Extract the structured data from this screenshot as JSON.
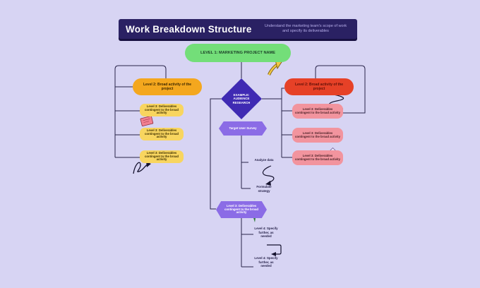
{
  "header": {
    "title": "Work Breakdown Structure",
    "subtitle": "Understand the marketing team's scope of work and specify its deliverables"
  },
  "nodes": {
    "level1": "LEVEL 1: MARKETING PROJECT NAME",
    "left_level2": "Level 2: Broad activity of the project",
    "left_level3": [
      "Level 3: Deliverables contingent to the broad activity",
      "Level 3: Deliverables contingent to the broad activity",
      "Level 3: Deliverables contingent to the broad activity"
    ],
    "right_level2": "Level 2: Broad activity of the project",
    "right_level3": [
      "Level 3: Deliverables contingent to the broad activity",
      "Level 3: Deliverables contingent to the broad activity",
      "Level 3: Deliverables contingent to the broad activity"
    ],
    "diamond": "EXAMPLE: AUDIENCE RESEARCH",
    "survey": "Target User Survey",
    "analyze": "Analyze data",
    "formulate": "Formulate strategy",
    "center_level3": "Level 3: Deliverables contingent to the broad activity",
    "level4": [
      "Level 4: Specify further, as needed",
      "Level 4: Specify further, as needed"
    ]
  },
  "icons": [
    "arrow-doodle-icon",
    "sticky-note-icon",
    "squiggle-doodle-icon",
    "spring-doodle-icon",
    "pencil-icon",
    "pushpin-icon",
    "s-curve-arrow-icon",
    "elbow-arrow-icon"
  ],
  "colors": {
    "background": "#d7d4f3",
    "header_bg": "#2a2163",
    "level1_green": "#73de79",
    "level2_orange": "#f4a71e",
    "level3_yellow": "#f8d55f",
    "level2_red": "#e64127",
    "level3_pink": "#f2949e",
    "diamond_purple": "#3f2ab3",
    "hexagon_purple": "#8b6ce6",
    "connector": "#29254a"
  }
}
